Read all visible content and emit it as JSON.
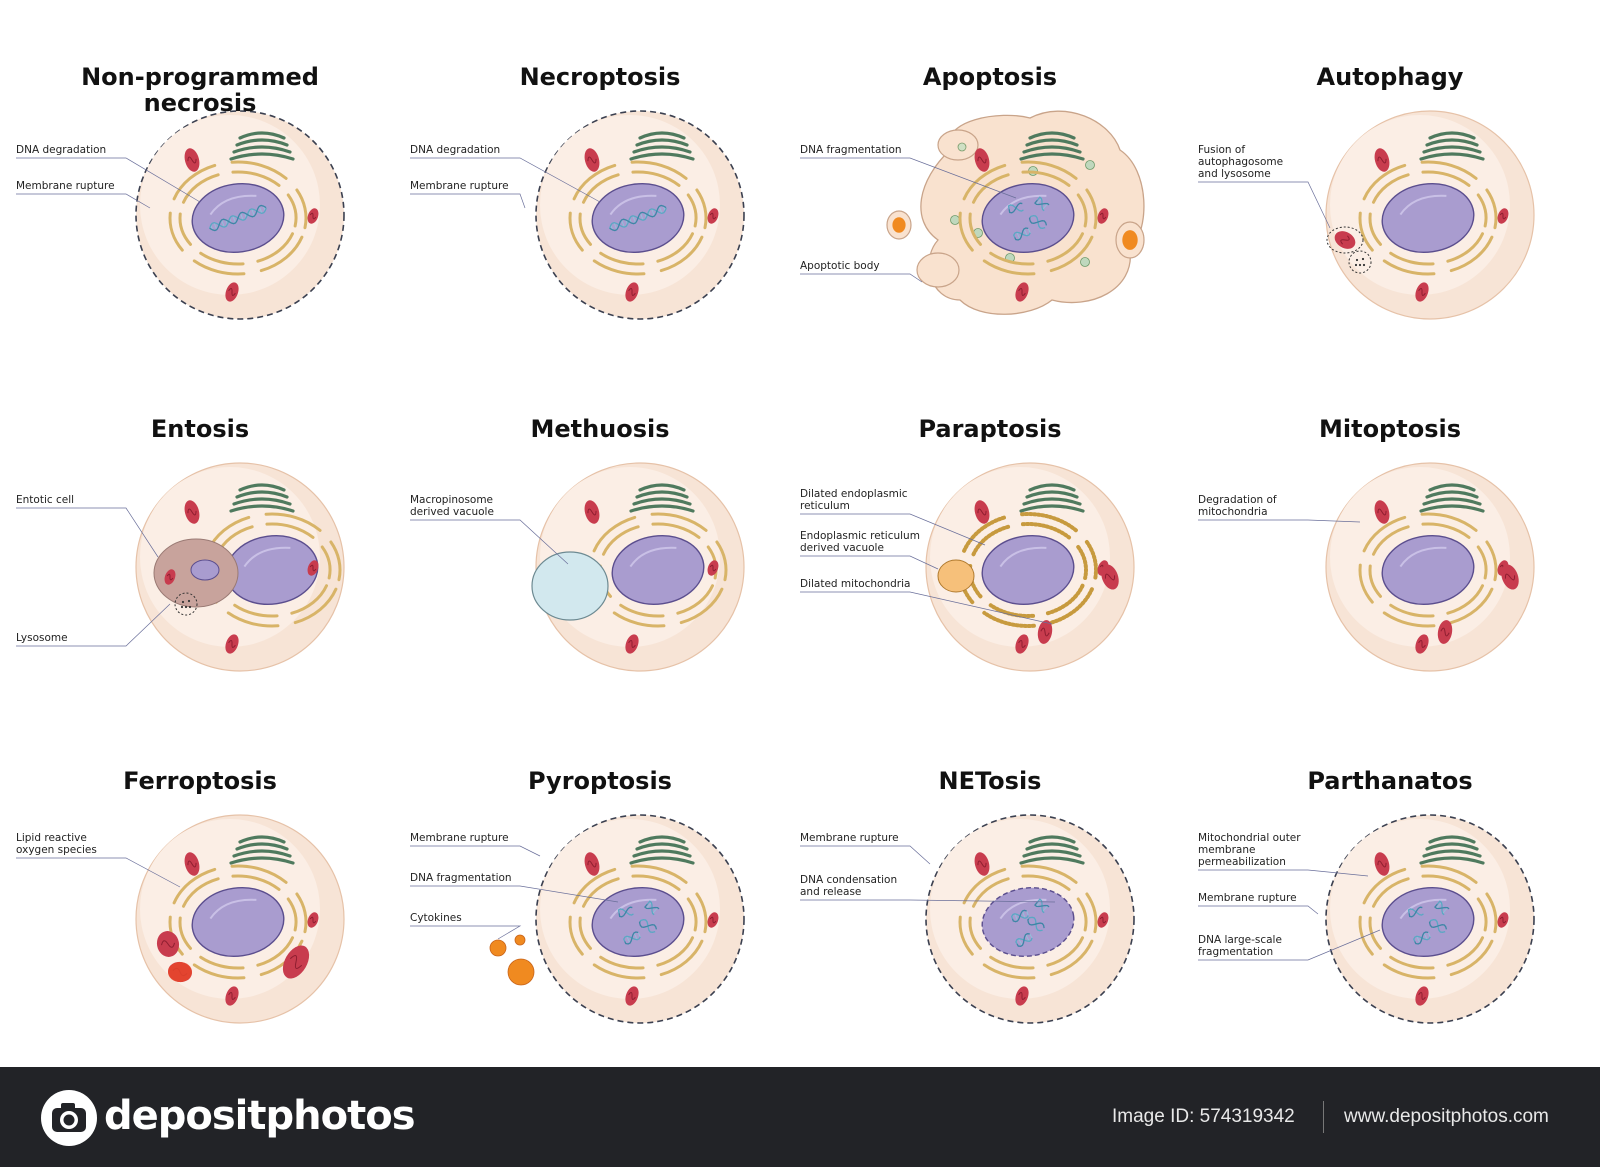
{
  "colors": {
    "cytoplasm": "#f7e4d6",
    "cytoplasm_edge": "#e6c2a8",
    "nucleus": "#a99ccf",
    "nucleus_edge": "#5b4e8e",
    "golgi": "#4f7a5e",
    "er": "#d8b468",
    "mitochondria": "#c83c4e",
    "dna": "#5aa8c4",
    "vacuole": "#d2e8ee",
    "orange": "#f08a20",
    "lipid": "#e8452a"
  },
  "panels": [
    {
      "id": "non-programmed-necrosis",
      "title": "Non-programmed\nnecrosis",
      "shape": "round",
      "membrane": "ruptured",
      "dna": "degraded",
      "labels": [
        "DNA degradation",
        "Membrane rupture"
      ]
    },
    {
      "id": "necroptosis",
      "title": "Necroptosis",
      "shape": "round",
      "membrane": "ruptured",
      "dna": "degraded",
      "labels": [
        "DNA degradation",
        "Membrane rupture"
      ]
    },
    {
      "id": "apoptosis",
      "title": "Apoptosis",
      "shape": "blebbing",
      "membrane": "intact",
      "dna": "fragmented",
      "labels": [
        "DNA fragmentation",
        "Apoptotic body"
      ]
    },
    {
      "id": "autophagy",
      "title": "Autophagy",
      "shape": "round",
      "membrane": "intact",
      "dna": "none",
      "labels": [
        "Fusion of\nautophagosome\nand lysosome"
      ]
    },
    {
      "id": "entosis",
      "title": "Entosis",
      "shape": "round",
      "membrane": "intact",
      "dna": "none",
      "labels": [
        "Entotic cell",
        "Lysosome"
      ]
    },
    {
      "id": "methuosis",
      "title": "Methuosis",
      "shape": "round",
      "membrane": "intact",
      "dna": "none",
      "labels": [
        "Macropinosome\nderived vacuole"
      ]
    },
    {
      "id": "paraptosis",
      "title": "Paraptosis",
      "shape": "round",
      "membrane": "intact",
      "dna": "none",
      "labels": [
        "Dilated endoplasmic\nreticulum",
        "Endoplasmic reticulum\nderived vacuole",
        "Dilated mitochondria"
      ]
    },
    {
      "id": "mitoptosis",
      "title": "Mitoptosis",
      "shape": "round",
      "membrane": "intact",
      "dna": "none",
      "labels": [
        "Degradation of\nmitochondria"
      ]
    },
    {
      "id": "ferroptosis",
      "title": "Ferroptosis",
      "shape": "round",
      "membrane": "intact",
      "dna": "none",
      "labels": [
        "Lipid reactive\noxygen species"
      ]
    },
    {
      "id": "pyroptosis",
      "title": "Pyroptosis",
      "shape": "round",
      "membrane": "ruptured",
      "dna": "fragmented",
      "labels": [
        "Membrane rupture",
        "DNA fragmentation",
        "Cytokines"
      ]
    },
    {
      "id": "netosis",
      "title": "NETosis",
      "shape": "round",
      "membrane": "ruptured",
      "dna": "released",
      "labels": [
        "Membrane rupture",
        "DNA condensation\nand release"
      ]
    },
    {
      "id": "parthanatos",
      "title": "Parthanatos",
      "shape": "round",
      "membrane": "ruptured",
      "dna": "fragmented",
      "labels": [
        "Mitochondrial outer\nmembrane\npermeabilization",
        "Membrane rupture",
        "DNA large-scale\nfragmentation"
      ]
    }
  ],
  "footer": {
    "brand": "depositphotos",
    "image_id": "Image ID: 574319342",
    "url": "www.depositphotos.com"
  }
}
